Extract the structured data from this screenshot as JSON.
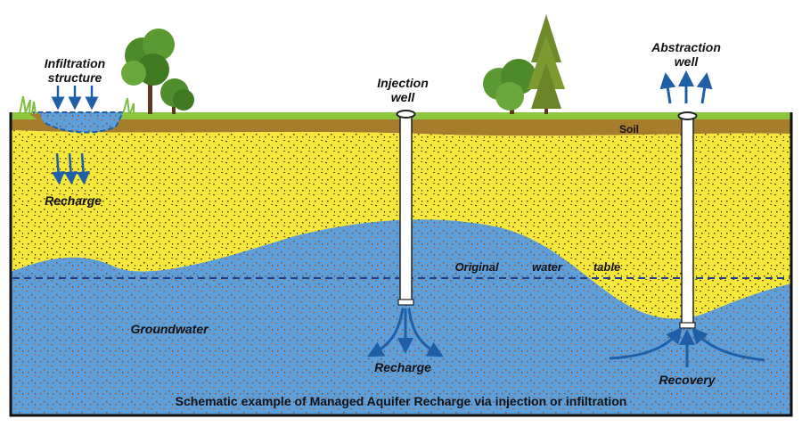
{
  "labels": {
    "infiltration_line1": "Infiltration",
    "infiltration_line2": "structure",
    "injection_line1": "Injection",
    "injection_line2": "well",
    "abstraction_line1": "Abstraction",
    "abstraction_line2": "well",
    "soil": "Soil",
    "recharge_left": "Recharge",
    "water_table_word1": "Original",
    "water_table_word2": "water",
    "water_table_word3": "table",
    "groundwater": "Groundwater",
    "recharge_center": "Recharge",
    "recovery": "Recovery",
    "caption": "Schematic example of Managed Aquifer Recharge via injection or infiltration"
  },
  "colors": {
    "grass": "#8cc63f",
    "soil": "#a67c2d",
    "sand": "#f5e839",
    "groundwater": "#5ba0dc",
    "arrows": "#1f5fa8",
    "frame": "#111111"
  },
  "icons": [
    "deciduous-tree-icon",
    "conifer-tree-icon",
    "shrub-icon",
    "grass-tuft-icon"
  ]
}
